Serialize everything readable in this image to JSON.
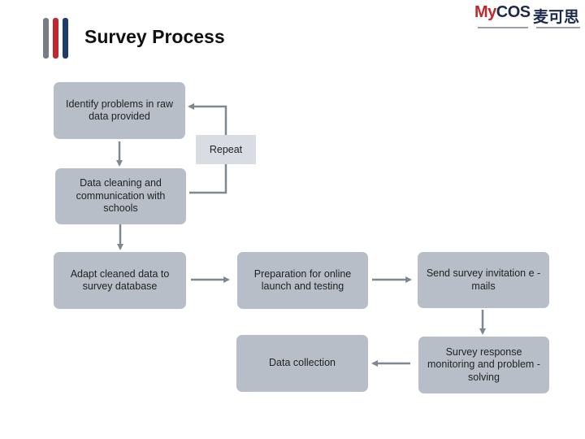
{
  "header": {
    "title": "Survey Process",
    "bar_colors": [
      "#777c85",
      "#c0282d",
      "#1f3a6b"
    ]
  },
  "logo": {
    "brand_my": "My",
    "brand_cos": "COS",
    "brand_cn": "麦可思",
    "color": "#1b2a4a",
    "accent": "#c0282d"
  },
  "flow": {
    "identify": "Identify problems in raw data provided",
    "repeat": "Repeat",
    "cleaning": "Data cleaning and communication with schools",
    "adapt": "Adapt cleaned data to survey database",
    "preparation": "Preparation for online launch and testing",
    "send": "Send survey invitation e -mails",
    "monitoring": "Survey response monitoring and problem -solving",
    "collection": "Data collection"
  },
  "colors": {
    "box_fill": "#b8bec8",
    "repeat_fill": "#d9dde3",
    "arrow": "#7f8790"
  }
}
